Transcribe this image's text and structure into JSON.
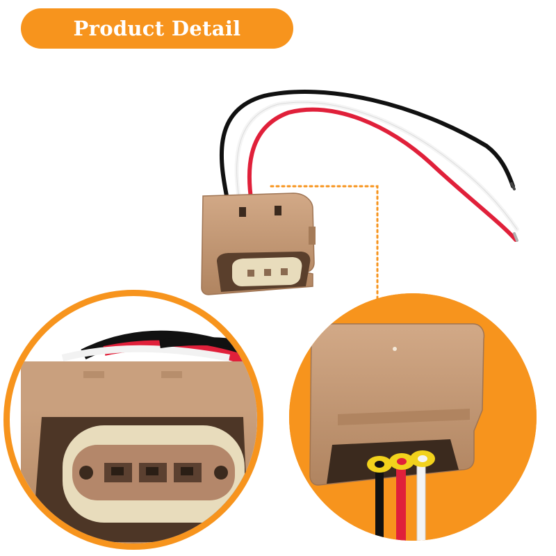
{
  "banner": {
    "title": "Product Detail"
  },
  "colors": {
    "accent": "#f7941d",
    "housing": "#c49a77",
    "housing_dark": "#9e7352",
    "wire_red": "#e0203a",
    "wire_black": "#111111",
    "wire_white": "#f4f4f4",
    "seal_yellow": "#f2d21c",
    "insert_cream": "#e8dcbc"
  },
  "icons": [
    "connector-photo",
    "zoom-circle-front",
    "zoom-circle-side",
    "dotted-leader-line"
  ]
}
